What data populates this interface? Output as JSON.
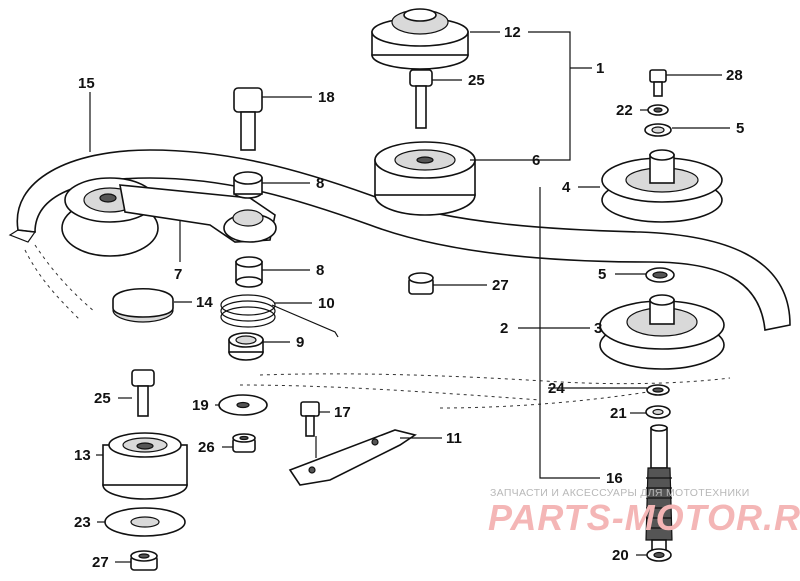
{
  "callouts": [
    {
      "id": "c1",
      "text": "1"
    },
    {
      "id": "c2",
      "text": "2"
    },
    {
      "id": "c3",
      "text": "3"
    },
    {
      "id": "c4",
      "text": "4"
    },
    {
      "id": "c5a",
      "text": "5"
    },
    {
      "id": "c5b",
      "text": "5"
    },
    {
      "id": "c6",
      "text": "6"
    },
    {
      "id": "c7",
      "text": "7"
    },
    {
      "id": "c8a",
      "text": "8"
    },
    {
      "id": "c8b",
      "text": "8"
    },
    {
      "id": "c9",
      "text": "9"
    },
    {
      "id": "c10",
      "text": "10"
    },
    {
      "id": "c11",
      "text": "11"
    },
    {
      "id": "c12",
      "text": "12"
    },
    {
      "id": "c13",
      "text": "13"
    },
    {
      "id": "c14",
      "text": "14"
    },
    {
      "id": "c15",
      "text": "15"
    },
    {
      "id": "c16",
      "text": "16"
    },
    {
      "id": "c17",
      "text": "17"
    },
    {
      "id": "c18",
      "text": "18"
    },
    {
      "id": "c19",
      "text": "19"
    },
    {
      "id": "c20",
      "text": "20"
    },
    {
      "id": "c21",
      "text": "21"
    },
    {
      "id": "c22",
      "text": "22"
    },
    {
      "id": "c23",
      "text": "23"
    },
    {
      "id": "c24",
      "text": "24"
    },
    {
      "id": "c25a",
      "text": "25"
    },
    {
      "id": "c25b",
      "text": "25"
    },
    {
      "id": "c26",
      "text": "26"
    },
    {
      "id": "c27a",
      "text": "27"
    },
    {
      "id": "c27b",
      "text": "27"
    },
    {
      "id": "c28",
      "text": "28"
    }
  ],
  "watermark": {
    "tagline": "ЗАПЧАСТИ И АКСЕССУАРЫ ДЛЯ МОТОТЕХНИКИ",
    "brand": "PARTS-MOTOR.RU"
  }
}
